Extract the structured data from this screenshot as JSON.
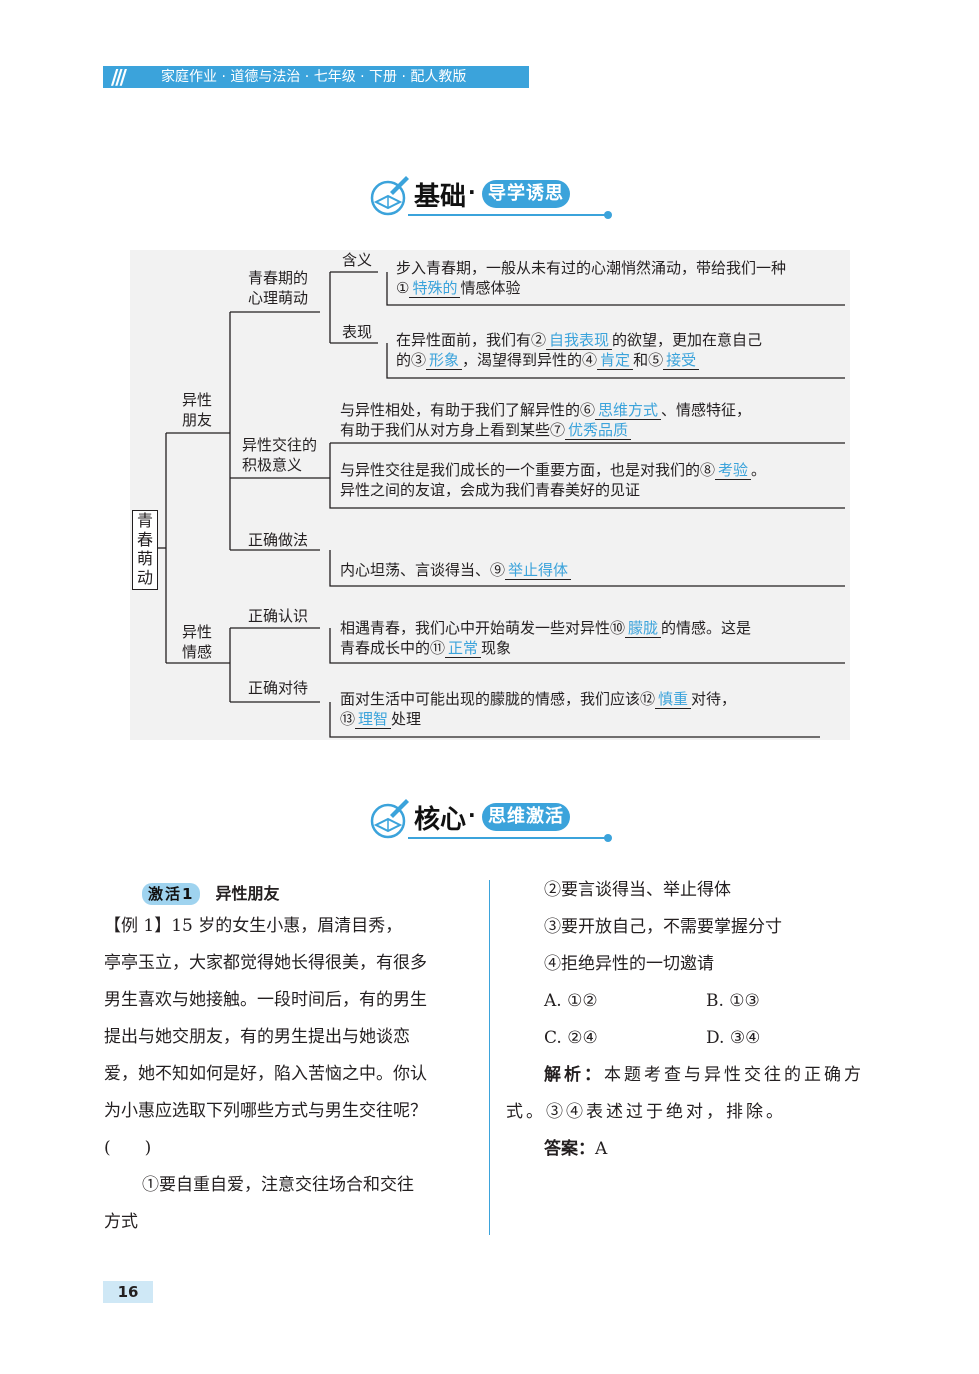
{
  "header": {
    "text": "家庭作业 · 道德与法治 · 七年级 · 下册 · 配人教版",
    "accent": "#3ba3db"
  },
  "section1": {
    "main": "基础",
    "sub": "导学诱思"
  },
  "section2": {
    "main": "核心",
    "sub": "思维激活"
  },
  "mindmap": {
    "root": "青春萌动",
    "branch_friend": [
      "异性",
      "朋友"
    ],
    "branch_emotion": [
      "异性",
      "情感"
    ],
    "heart": [
      "青春期的",
      "心理萌动"
    ],
    "meaning_label": "含义",
    "behavior_label": "表现",
    "positive": [
      "异性交往的",
      "积极意义"
    ],
    "correct_method": "正确做法",
    "correct_view": "正确认识",
    "correct_treat": "正确对待",
    "n1": {
      "pre": "步入青春期，一般从未有过的心潮悄然涌动，带给我们一种",
      "l2a": "①",
      "ans": "特殊的",
      "l2b": "情感体验"
    },
    "n2": {
      "pre": "在异性面前，我们有②",
      "ans2": "自我表现",
      "mid": "的欲望，更加在意自己",
      "l2a": "的③",
      "ans3": "形象",
      "l2b": "，渴望得到异性的④",
      "ans4": "肯定",
      "and": "和⑤",
      "ans5": "接受"
    },
    "n3": {
      "pre": "与异性相处，有助于我们了解异性的⑥",
      "ans6": "思维方式",
      "post": "、情感特征，",
      "l2a": "有助于我们从对方身上看到某些⑦",
      "ans7": "优秀品质"
    },
    "n4": {
      "pre": "与异性交往是我们成长的一个重要方面，也是对我们的⑧",
      "ans8": "考验",
      "post": "。",
      "l2": "异性之间的友谊，会成为我们青春美好的见证"
    },
    "n5": {
      "pre": "内心坦荡、言谈得当、⑨",
      "ans9": "举止得体"
    },
    "n6": {
      "pre": "相遇青春，我们心中开始萌发一些对异性⑩",
      "ans10": "朦胧",
      "post": "的情感。这是",
      "l2a": "青春成长中的⑪",
      "ans11": "正常",
      "l2b": "现象"
    },
    "n7": {
      "pre": "面对生活中可能出现的朦胧的情感，我们应该⑫",
      "ans12": "慎重",
      "post": "对待，",
      "l2a": "⑬",
      "ans13": "理智",
      "l2b": "处理"
    }
  },
  "activity": {
    "badge": "激活1",
    "title": "异性朋友"
  },
  "question": {
    "lines": [
      "【例 1】15 岁的女生小惠，眉清目秀，",
      "亭亭玉立，大家都觉得她长得很美，有很多",
      "男生喜欢与她接触。一段时间后，有的男生",
      "提出与她交朋友，有的男生提出与她谈恋",
      "爱，她不知如何是好，陷入苦恼之中。你认",
      "为小惠应选取下列哪些方式与男生交往呢？",
      "(　　)"
    ],
    "opt1": [
      "①要自重自爱，注意交往场合和交往",
      "方式"
    ],
    "opt2": "②要言谈得当、举止得体",
    "opt3": "③要开放自己，不需要掌握分寸",
    "opt4": "④拒绝异性的一切邀请",
    "choiceA": "A. ①②",
    "choiceB": "B. ①③",
    "choiceC": "C. ②④",
    "choiceD": "D. ③④",
    "analysis_label": "解析：",
    "analysis1": "本题考查与异性交往的正确方",
    "analysis2": "式。③④表述过于绝对，排除。",
    "answer_label": "答案：",
    "answer": "A"
  },
  "page_number": "16"
}
